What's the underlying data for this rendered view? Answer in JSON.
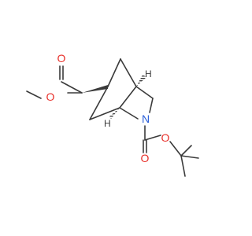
{
  "molecule": {
    "atom_labels": {
      "o_ester_carbonyl": "O",
      "o_ester_single": "O",
      "n_ring": "N",
      "o_boc_carbonyl": "O",
      "o_boc_single": "O",
      "h_top_bridgehead": "H",
      "h_bottom_bridgehead": "H"
    },
    "colors": {
      "bond": "#3a3a3a",
      "oxygen": "#e8302a",
      "nitrogen": "#2b5fd9"
    }
  }
}
